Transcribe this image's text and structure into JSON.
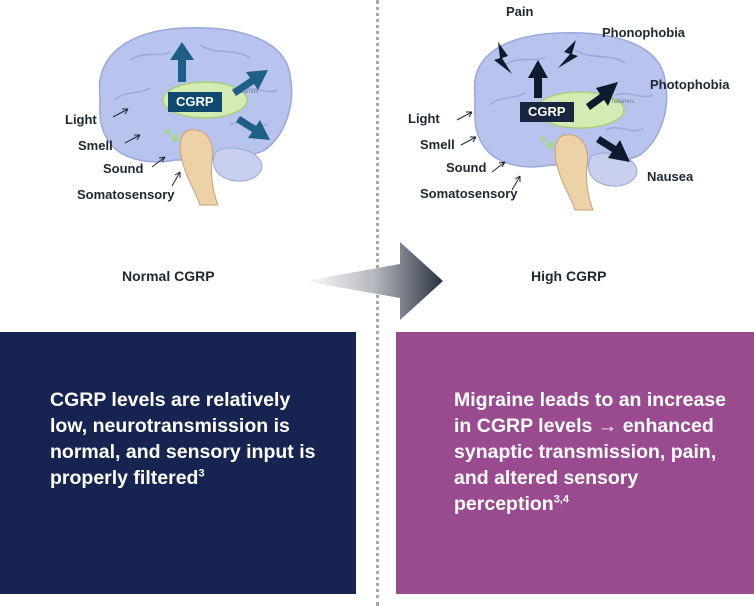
{
  "colors": {
    "left_box": "#172350",
    "right_box": "#9a4a8f",
    "brain": "#b9c4ee",
    "cgrp_tag_normal": "#0f4a6e",
    "cgrp_tag_high": "#1a2640",
    "arrow_normal": "#1d5f86",
    "arrow_high": "#0e1a2e"
  },
  "normal": {
    "cgrp_label": "CGRP",
    "thalamus_label": "Thalamus",
    "caption": "Normal CGRP",
    "senses": [
      "Light",
      "Smell",
      "Sound",
      "Somatosensory"
    ]
  },
  "high": {
    "cgrp_label": "CGRP",
    "thalamus_label": "Thalamus",
    "caption": "High CGRP",
    "senses": [
      "Light",
      "Smell",
      "Sound",
      "Somatosensory"
    ],
    "effects": [
      "Pain",
      "Phonophobia",
      "Photophobia",
      "Nausea"
    ]
  },
  "left_box": {
    "text": "CGRP levels are relatively low, neurotransmission is normal, and sensory input is properly filtered",
    "sup": "3"
  },
  "right_box": {
    "text": "Migraine leads to an increase in CGRP levels → enhanced synaptic transmission, pain, and altered sensory perception",
    "sup": "3,4"
  }
}
